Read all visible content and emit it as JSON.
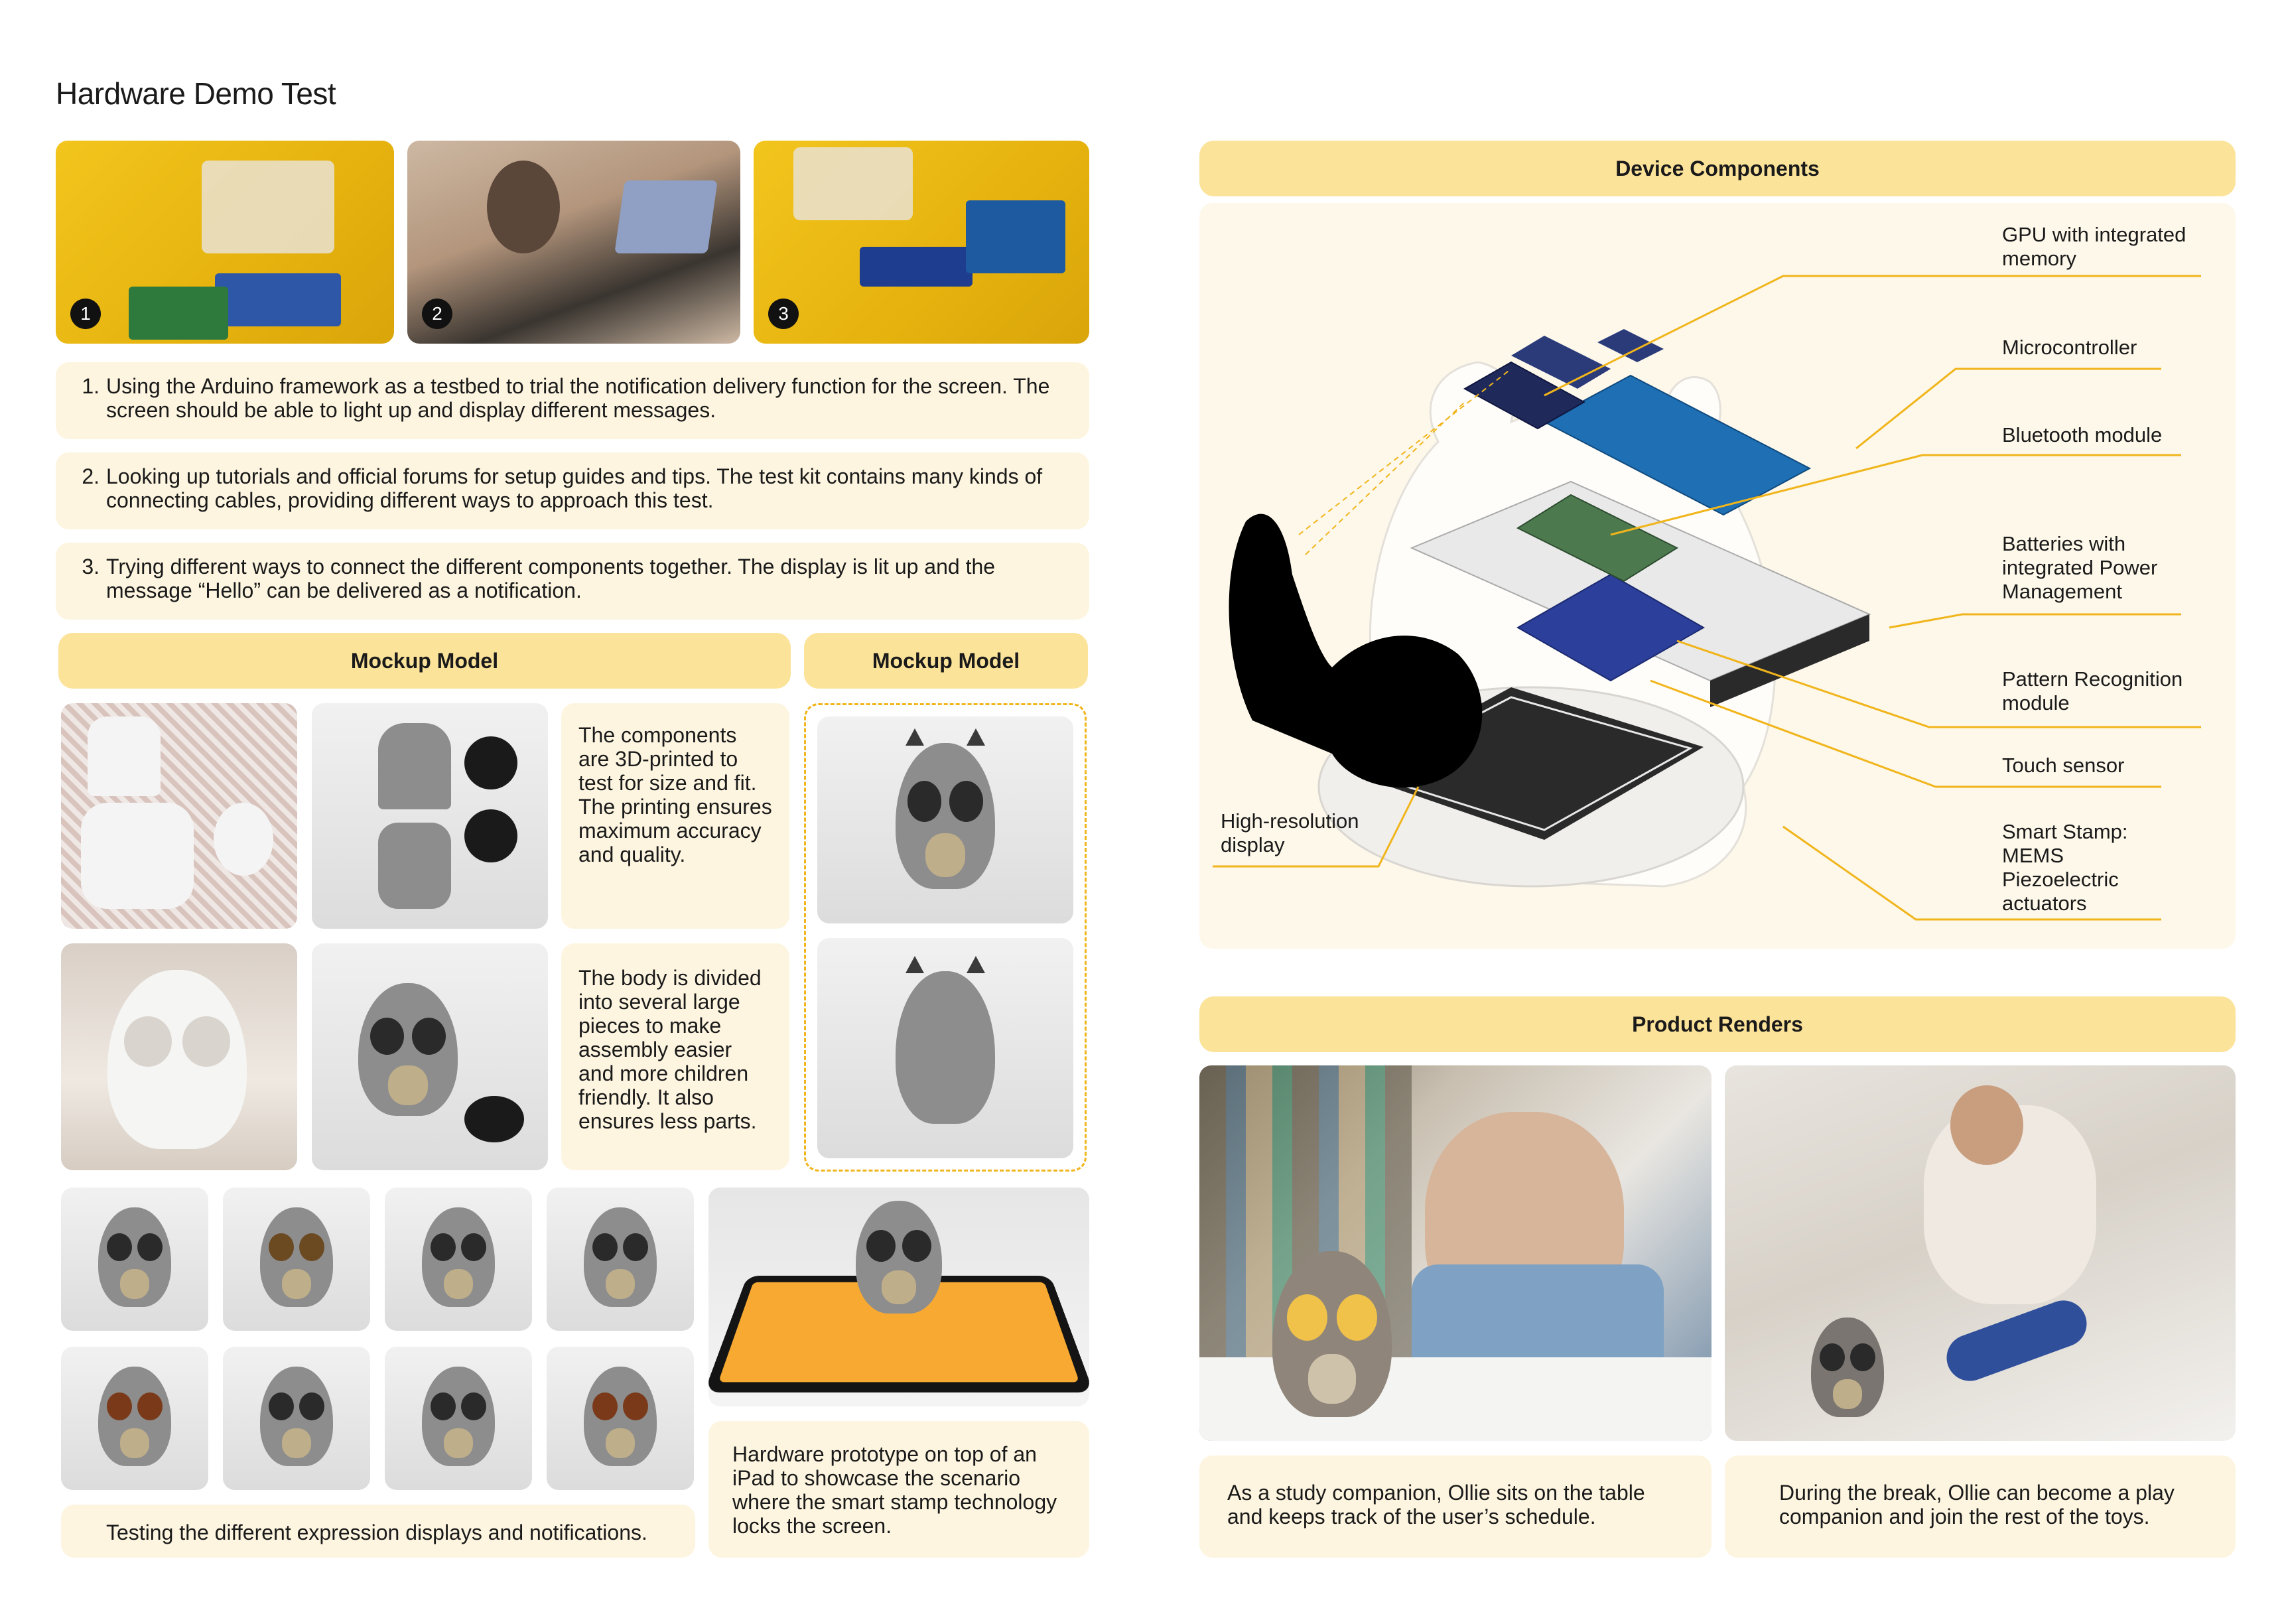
{
  "page_title": "Hardware Demo Test",
  "steps": [
    {
      "num": "1.",
      "text": "Using the Arduino framework as a testbed to trial the notification delivery function for the screen. The screen should be able to light up and display different messages."
    },
    {
      "num": "2.",
      "text": "Looking up tutorials and official forums for setup guides and tips. The test kit contains many kinds of connecting cables, providing different ways to approach this test."
    },
    {
      "num": "3.",
      "text": "Trying different ways to connect the different components together. The display is lit up and the message “Hello” can be delivered as a notification."
    }
  ],
  "photo_numbers": [
    "1",
    "2",
    "3"
  ],
  "mockup": {
    "header_left": "Mockup Model",
    "header_right": "Mockup Model",
    "text_1": "The components are 3D-printed to test for size and fit. The printing ensures maximum accuracy and quality.",
    "text_2": "The body is divided into several large pieces to make assembly easier and more children friendly. It also ensures less parts."
  },
  "expressions_caption": "Testing the different expression displays and notifications.",
  "ipad_caption": "Hardware prototype on top of an iPad to showcase the scenario where the smart stamp technology locks the screen.",
  "device_components": {
    "header": "Device Components",
    "labels": {
      "gpu": "GPU with integrated memory",
      "micro": "Microcontroller",
      "bt": "Bluetooth module",
      "batt": "Batteries with integrated Power Management",
      "pattern": "Pattern Recognition module",
      "touch": "Touch sensor",
      "stamp": "Smart Stamp: MEMS Piezoelectric actuators",
      "display": "High-resolution display"
    }
  },
  "product_renders": {
    "header": "Product Renders",
    "caption_1": "As a study companion, Ollie sits on the table and keeps track of the user’s schedule.",
    "caption_2": "During the break, Ollie can become a play companion and join the rest of the toys."
  },
  "colors": {
    "accent": "#fce39a",
    "card": "#fdf5e0",
    "line": "#f1b51c"
  }
}
